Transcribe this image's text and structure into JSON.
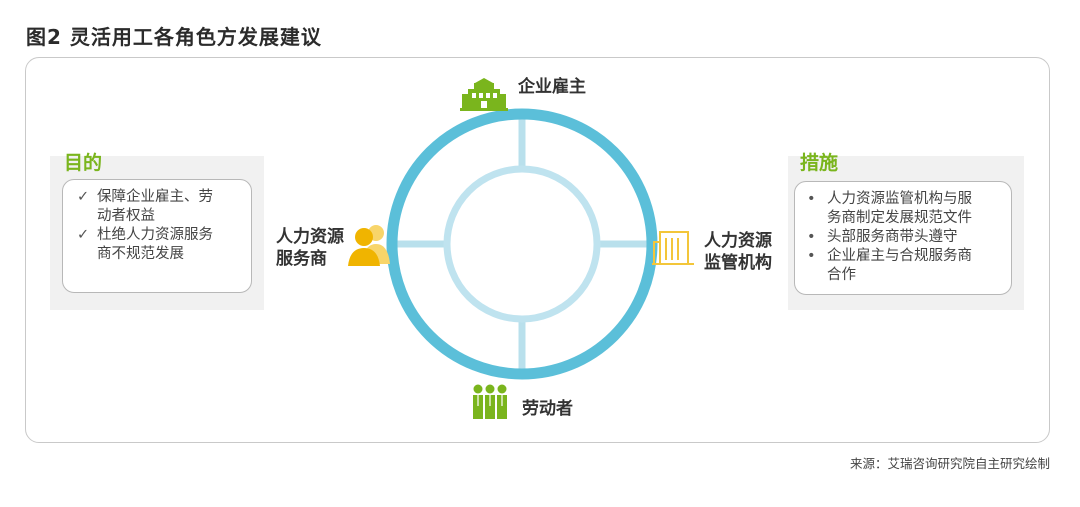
{
  "title": "图2  灵活用工各角色方发展建议",
  "nodes": {
    "top": "企业雇主",
    "left_line1": "人力资源",
    "left_line2": "服务商",
    "right_line1": "人力资源",
    "right_line2": "监管机构",
    "bottom": "劳动者"
  },
  "left_panel": {
    "heading": "目的",
    "marker": "✓",
    "items": [
      {
        "line1": "保障企业雇主、劳",
        "line2": "动者权益"
      },
      {
        "line1": "杜绝人力资源服务",
        "line2": "商不规范发展"
      }
    ]
  },
  "right_panel": {
    "heading": "措施",
    "marker": "•",
    "items": [
      {
        "line1": "人力资源监管机构与服",
        "line2": "务商制定发展规范文件"
      },
      {
        "line1": "头部服务商带头遵守",
        "line2": ""
      },
      {
        "line1": "企业雇主与合规服务商",
        "line2": "合作"
      }
    ]
  },
  "colors": {
    "ring_outer": "#5bbfd9",
    "ring_inner": "#bfe3ef",
    "spoke": "#b9e0ec",
    "accent_green": "#7ab51d",
    "employer_icon": "#7ab51d",
    "hr_provider_icon": "#f0b400",
    "regulator_icon": "#f3c63a",
    "worker_icon": "#7ab51d"
  },
  "source": "来源：艾瑞咨询研究院自主研究绘制"
}
